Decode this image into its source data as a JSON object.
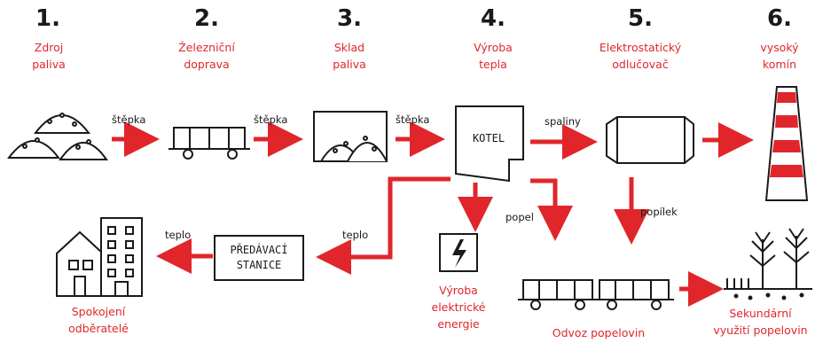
{
  "steps": [
    {
      "num": "1.",
      "label": "Zdroj\npaliva"
    },
    {
      "num": "2.",
      "label": "Železniční\ndoprava"
    },
    {
      "num": "3.",
      "label": "Sklad\npaliva"
    },
    {
      "num": "4.",
      "label": "Výroba\ntepla"
    },
    {
      "num": "5.",
      "label": "Elektrostatický\nodlučovač"
    },
    {
      "num": "6.",
      "label": "vysoký\nkomín"
    }
  ],
  "flow_labels": {
    "chip1": "štěpka",
    "chip2": "štěpka",
    "chip3": "štěpka",
    "flue": "spaliny",
    "ash": "popel",
    "flyash": "popílek",
    "heat_to_station": "teplo",
    "heat_to_consumers": "teplo"
  },
  "boxes": {
    "boiler": "KOTEL",
    "station": "PŘEDÁVACÍ\nSTANICE"
  },
  "outputs": {
    "consumers": "Spokojení\nodběratelé",
    "electricity": "Výroba\nelektrické\nenergie",
    "ash_removal": "Odvoz popelovin",
    "secondary_use": "Sekundární\nvyužití popelovin"
  },
  "colors": {
    "accent": "#e0262b",
    "ink": "#1a1a1a"
  }
}
